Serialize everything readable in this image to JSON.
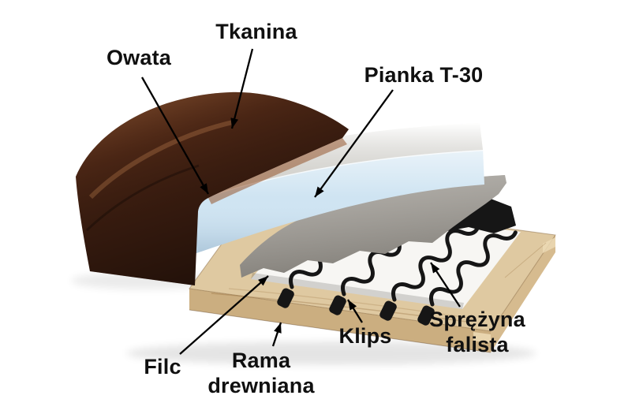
{
  "diagram": {
    "labels": {
      "tkanina": "Tkanina",
      "owata": "Owata",
      "pianka": "Pianka T-30",
      "filc": "Filc",
      "rama": [
        "Rama",
        "drewniana"
      ],
      "klips": "Klips",
      "sprezyna": [
        "Sprężyna",
        "falista"
      ]
    },
    "colors": {
      "arrow": "#000000",
      "leather": "#3b1d10",
      "foam": "#cfe4f2",
      "wadding": "#f6f5f1",
      "felt": "#a6a29b",
      "wood_top": "#dfc9a1",
      "wood_front": "#cbae80",
      "wood_side": "#d6bb8f",
      "frame_inner": "#f7f6f3",
      "spring": "#161616"
    }
  }
}
